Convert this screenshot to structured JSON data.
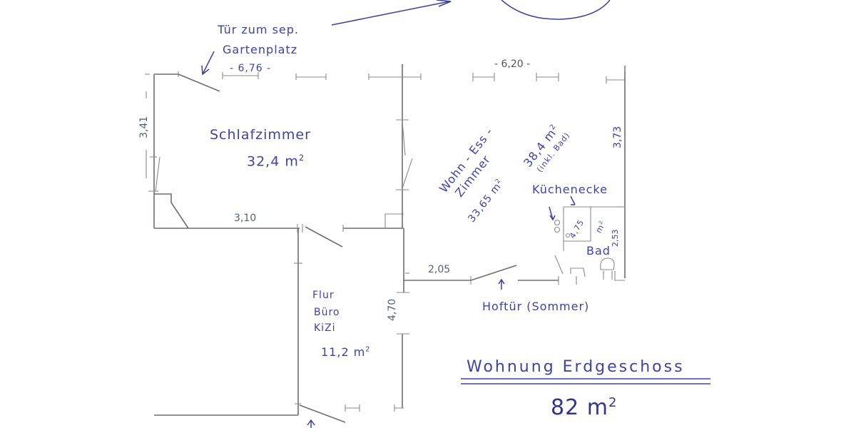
{
  "title": {
    "text": "Wohnung Erdgeschoss",
    "total_area": "82",
    "unit": "m",
    "unit_exp": "2"
  },
  "annotations": {
    "garden_door": {
      "line1": "Tür zum sep.",
      "line2": "Gartenplatz"
    },
    "courtyard_door": "Hoftür (Sommer)",
    "kitchen": "Küchenecke",
    "bath": "Bad"
  },
  "rooms": {
    "bedroom": {
      "name": "Schlafzimmer",
      "area": "32,4 m",
      "exp": "2"
    },
    "living": {
      "line1": "Wohn - Ess -",
      "line2": "Zimmer",
      "area": "33,65 m",
      "exp": "2"
    },
    "living_total": {
      "area": "38,4 m",
      "exp": "2",
      "note": "(inkl. Bad)"
    },
    "kitchen_bath": {
      "area": "4,75",
      "unit": "m",
      "exp": "2"
    },
    "hall": {
      "line1": "Flur",
      "line2": "Büro",
      "line3": "KiZi",
      "area": "11,2 m",
      "exp": "2"
    }
  },
  "dimensions": {
    "top_left": "- 6,76 -",
    "top_right": "- 6,20 -",
    "left_height": "3,41",
    "bedroom_bottom": "3,10",
    "courtyard_wall": "2,05",
    "hall_height": "4,70",
    "right_upper": "3,73",
    "right_lower": "2,53"
  },
  "colors": {
    "ink": "#3c43a8",
    "pencil": "#6e6e6e",
    "paper": "#ffffff"
  }
}
